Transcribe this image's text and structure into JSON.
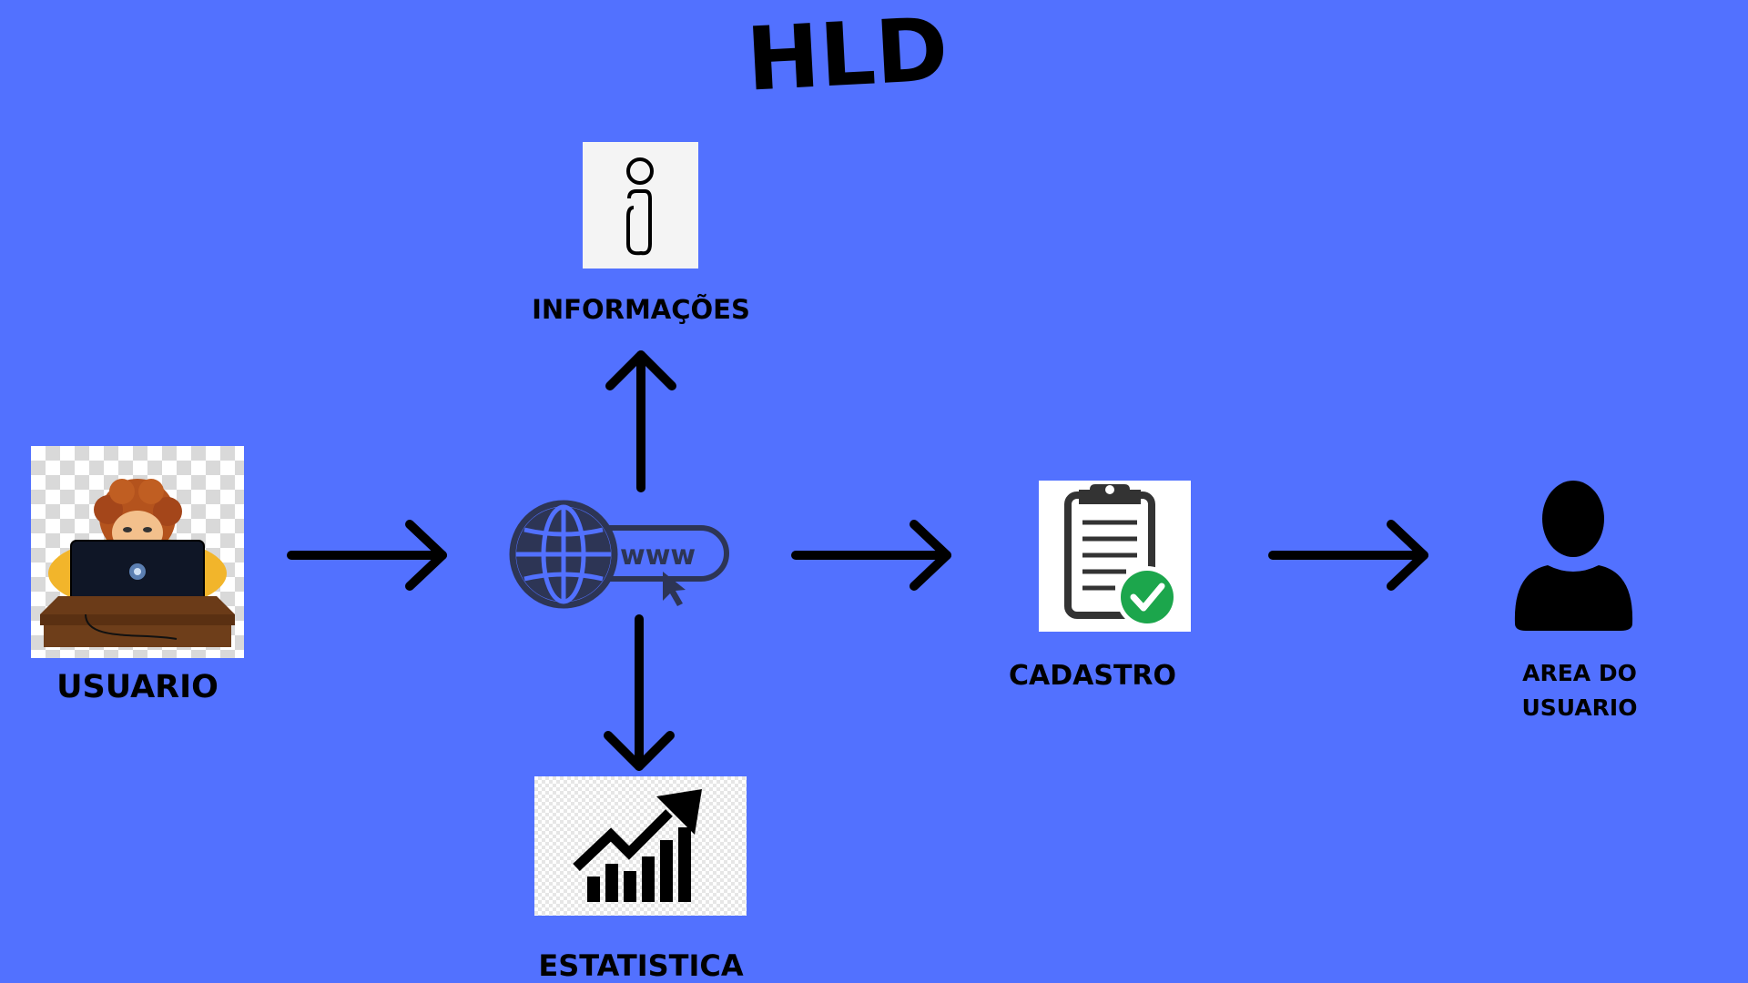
{
  "diagram": {
    "title": "HLD",
    "background_color": "#5271ff",
    "nodes": {
      "usuario": {
        "label": "USUARIO",
        "icon": "user-at-laptop-illustration"
      },
      "website": {
        "icon": "globe-www-icon"
      },
      "informacoes": {
        "label": "INFORMAÇÕES",
        "icon": "info-icon"
      },
      "estatistica": {
        "label": "ESTATISTICA",
        "icon": "growth-chart-icon"
      },
      "cadastro": {
        "label": "CADASTRO",
        "icon": "clipboard-check-icon"
      },
      "area_usuario": {
        "label_line1": "AREA DO",
        "label_line2": "USUARIO",
        "icon": "user-silhouette-icon"
      }
    },
    "edges": [
      {
        "from": "usuario",
        "to": "website"
      },
      {
        "from": "website",
        "to": "informacoes"
      },
      {
        "from": "website",
        "to": "estatistica"
      },
      {
        "from": "website",
        "to": "cadastro"
      },
      {
        "from": "cadastro",
        "to": "area_usuario"
      }
    ],
    "colors": {
      "background": "#5271ff",
      "arrow": "#000000",
      "globe": "#2d3555",
      "check": "#1ca64c",
      "tile": "#f4f4f4"
    }
  }
}
